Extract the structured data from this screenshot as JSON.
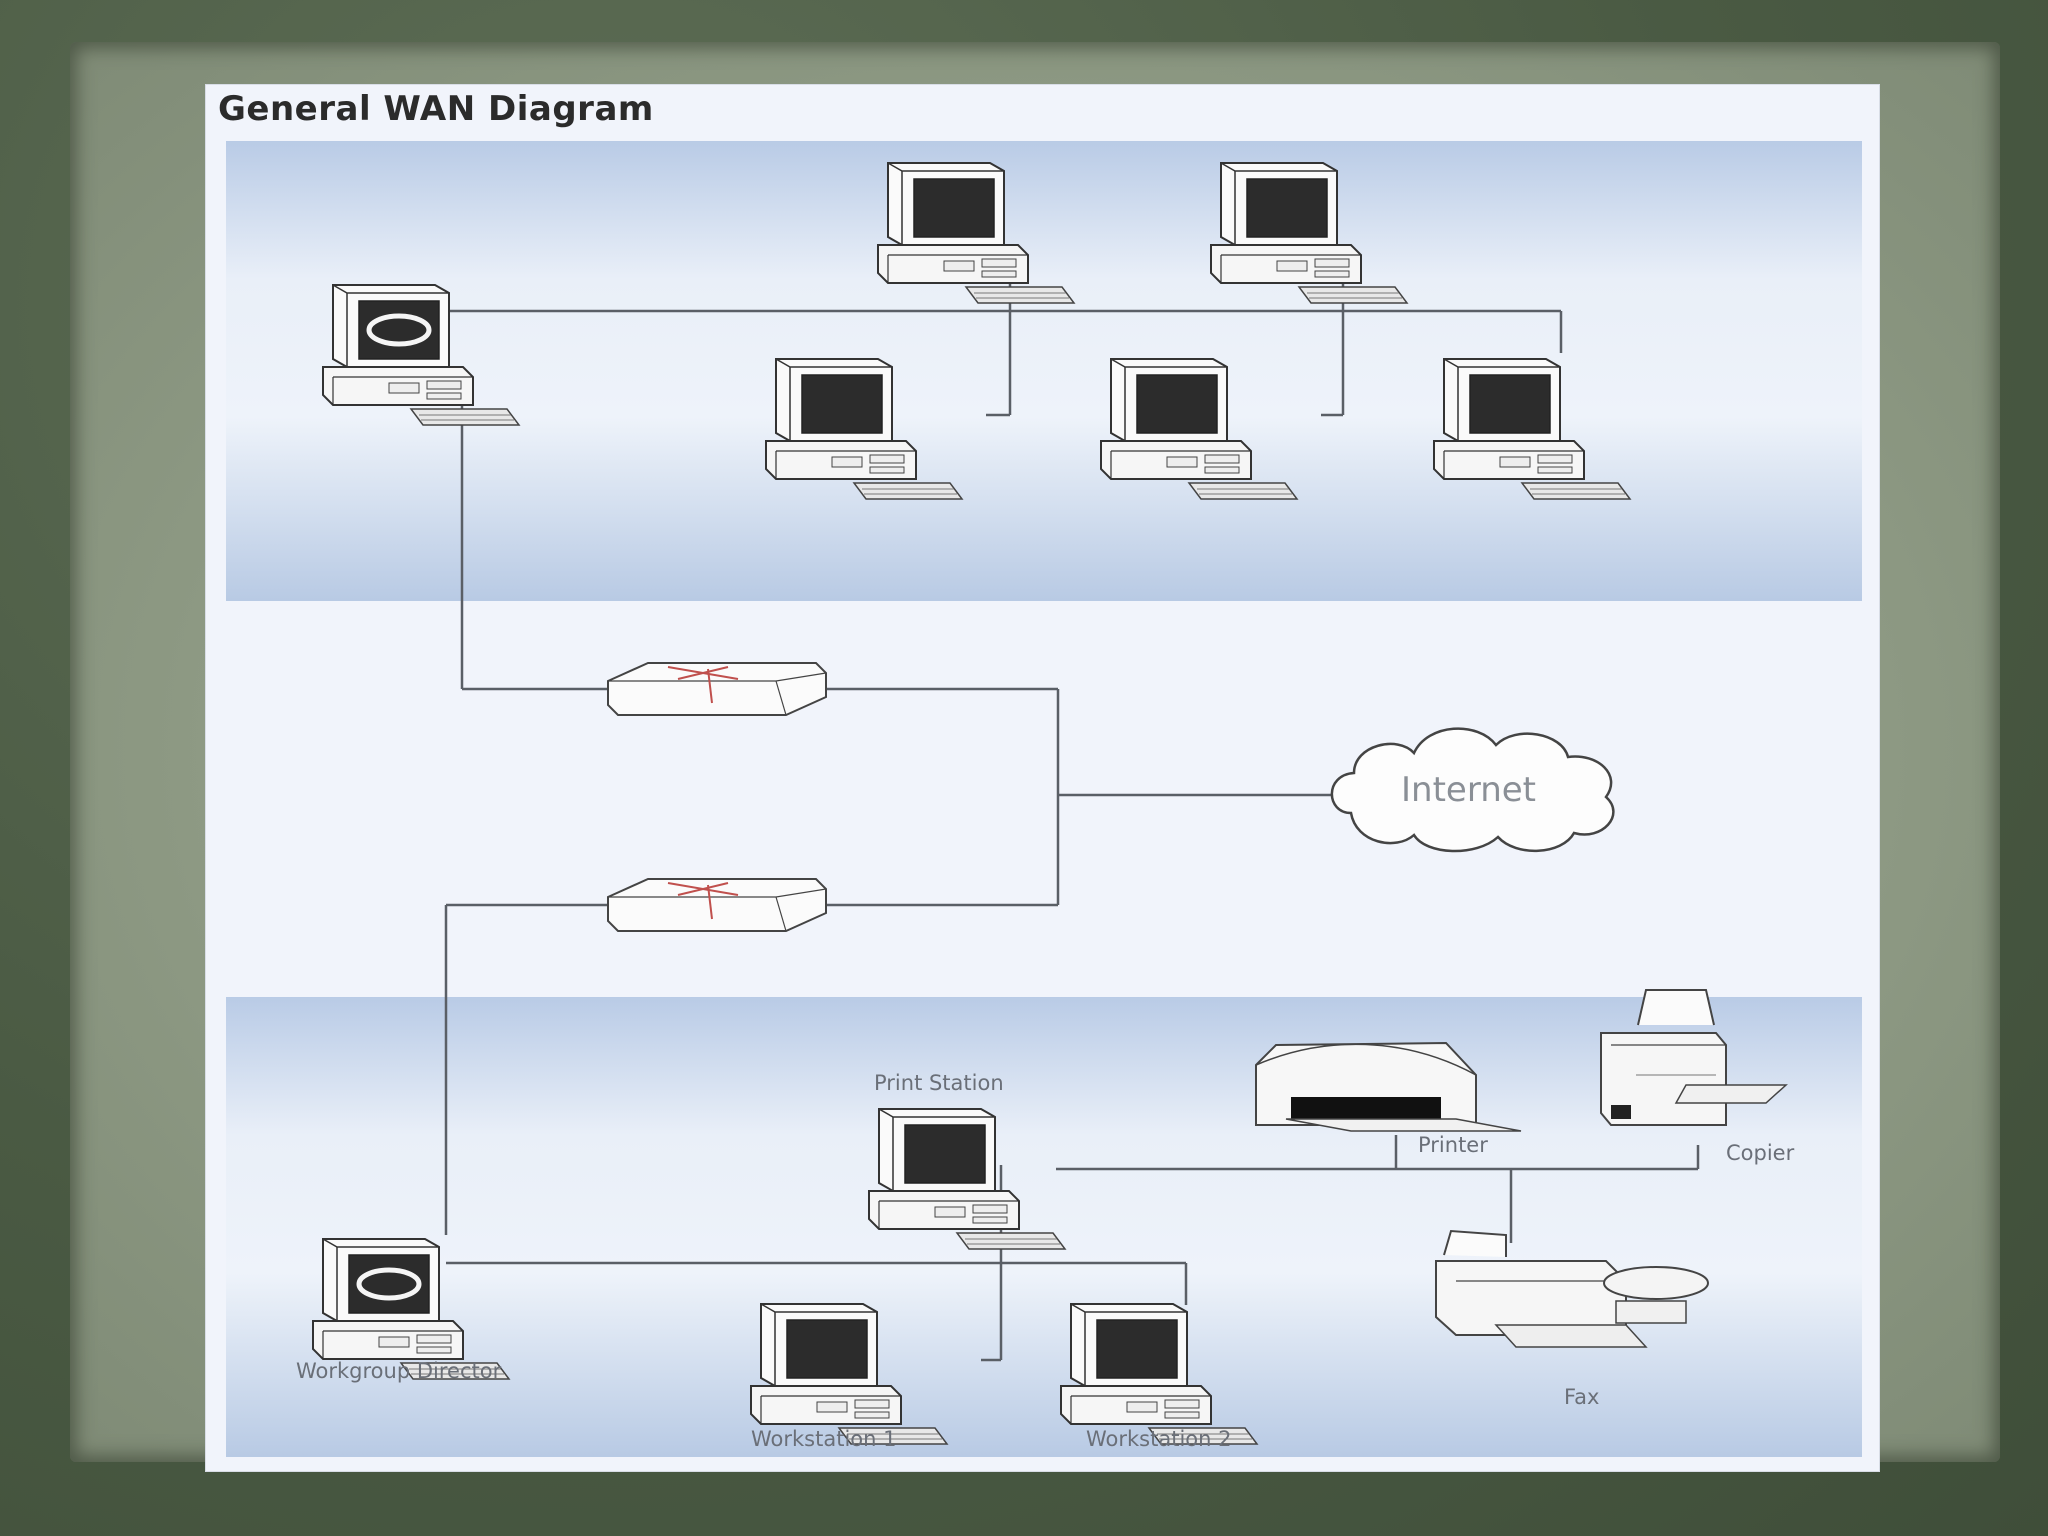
{
  "title": "General WAN Diagram",
  "cloud": {
    "label": "Internet"
  },
  "top_lan": {
    "server_icon": "server-icon",
    "workstation_count": 5
  },
  "bottom_lan": {
    "director_label": "Workgroup Director",
    "print_station_label": "Print Station",
    "printer_label": "Printer",
    "copier_label": "Copier",
    "fax_label": "Fax",
    "workstation1_label": "Workstation 1",
    "workstation2_label": "Workstation 2"
  },
  "colors": {
    "background": "#4f5f48",
    "paper": "#8e9a84",
    "diagram_bg": "#f1f4fb",
    "band": "#b9cbe6",
    "wire": "#5a5f66",
    "router_x": "#c0504d"
  }
}
